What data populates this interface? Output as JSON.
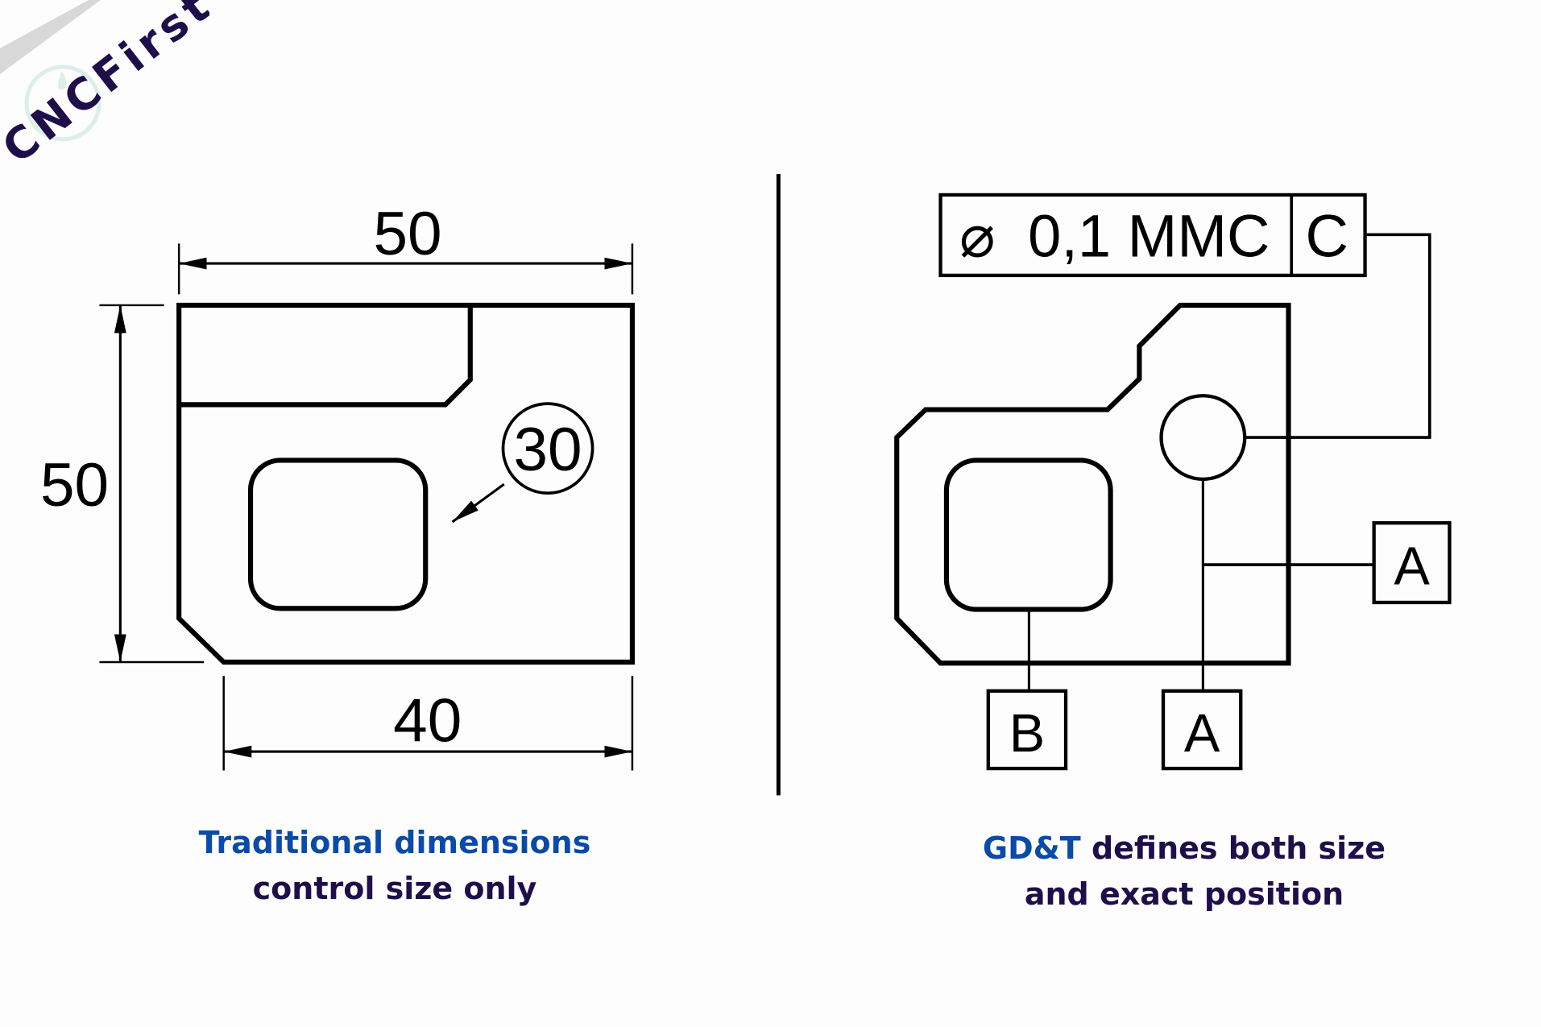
{
  "logo": {
    "text": "CNCFirst",
    "color": "#1e0f4a"
  },
  "left_drawing": {
    "dim_top": "50",
    "dim_left": "50",
    "dim_bottom": "40",
    "balloon": "30"
  },
  "right_drawing": {
    "frame": {
      "symbol": "⌀",
      "tolerance": "0,1 MMC",
      "datum": "C"
    },
    "datums": {
      "right": "A",
      "bottom_left": "B",
      "bottom_right": "A"
    }
  },
  "captions": {
    "left": {
      "line1": "Traditional dimensions",
      "line2": "control size only"
    },
    "right": {
      "highlight": "GD&T",
      "line1_rest": " defines both size",
      "line2": "and exact position"
    }
  },
  "colors": {
    "blue": "#0a4aa8",
    "dark": "#1e0f4a",
    "highlight": "#d7e6b3"
  }
}
